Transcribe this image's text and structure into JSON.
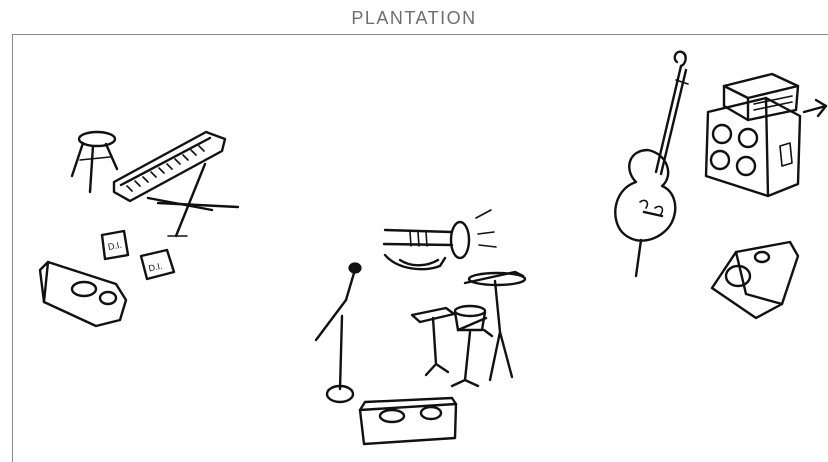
{
  "header": {
    "title": "PLANTATION"
  },
  "stage_items": [
    {
      "name": "keyboard-stool-icon"
    },
    {
      "name": "keyboard-icon"
    },
    {
      "name": "di-box-icon"
    },
    {
      "name": "di-box-icon"
    },
    {
      "name": "monitor-wedge-icon"
    },
    {
      "name": "horn-icon"
    },
    {
      "name": "microphone-stand-icon"
    },
    {
      "name": "drum-kit-icon"
    },
    {
      "name": "monitor-wedge-icon"
    },
    {
      "name": "upright-bass-icon"
    },
    {
      "name": "amp-head-cabinet-icon"
    },
    {
      "name": "arrow-icon"
    },
    {
      "name": "monitor-wedge-icon"
    }
  ],
  "di_box_labels": [
    "D.I.",
    "D.I."
  ],
  "colors": {
    "ink": "#111111",
    "title": "#6f6f6f",
    "frame": "#8a8a8a",
    "background": "#ffffff"
  }
}
